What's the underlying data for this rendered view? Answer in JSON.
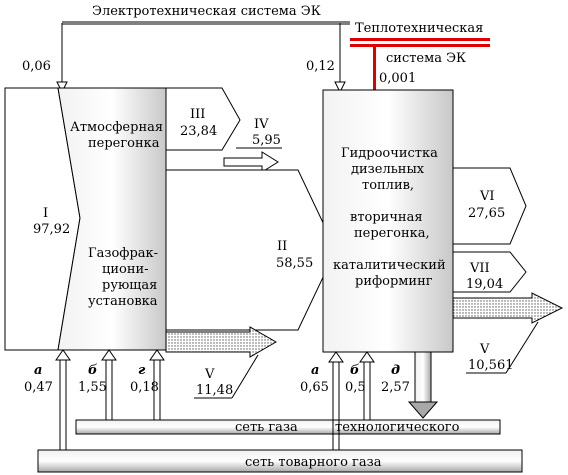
{
  "systems": {
    "electro": "Электротехническая система ЭК",
    "thermo_line1": "Теплотехническая",
    "thermo_line2": "система ЭК",
    "gas_tech_left": "сеть газа",
    "gas_tech_right": "технологического",
    "gas_commodity": "сеть товарного газа"
  },
  "units": {
    "left": {
      "top_label_1": "Атмосферная",
      "top_label_2": "перегонка",
      "bottom_label": [
        "Газофрак-",
        "циони-",
        "рующая",
        "установка"
      ],
      "electro_value": "0,06"
    },
    "right": {
      "label": [
        "Гидроочистка",
        "дизельных",
        "топлив,",
        "",
        "вторичная",
        "перегонка,",
        "",
        "каталитический",
        "риформинг"
      ],
      "electro_value": "0,12",
      "thermo_value": "0,001"
    }
  },
  "streams": {
    "I": {
      "roman": "I",
      "value": "97,92"
    },
    "II": {
      "roman": "II",
      "value": "58,55"
    },
    "III": {
      "roman": "III",
      "value": "23,84"
    },
    "IV": {
      "roman": "IV",
      "value": "5,95"
    },
    "V_left": {
      "roman": "V",
      "value": "11,48"
    },
    "VI": {
      "roman": "VI",
      "value": "27,65"
    },
    "VII": {
      "roman": "VII",
      "value": "19,04"
    },
    "V_right": {
      "roman": "V",
      "value": "10,561"
    }
  },
  "inputs_left": [
    {
      "letter": "а",
      "value": "0,47"
    },
    {
      "letter": "б",
      "value": "1,55"
    },
    {
      "letter": "г",
      "value": "0,18"
    }
  ],
  "inputs_right": [
    {
      "letter": "а",
      "value": "0,65"
    },
    {
      "letter": "б",
      "value": "0,5"
    },
    {
      "letter": "д",
      "value": "2,57"
    }
  ],
  "colors": {
    "thermo": "#e00000",
    "box_fill": "#d9d9d9",
    "pipe_fill": "#d4d4d4"
  }
}
